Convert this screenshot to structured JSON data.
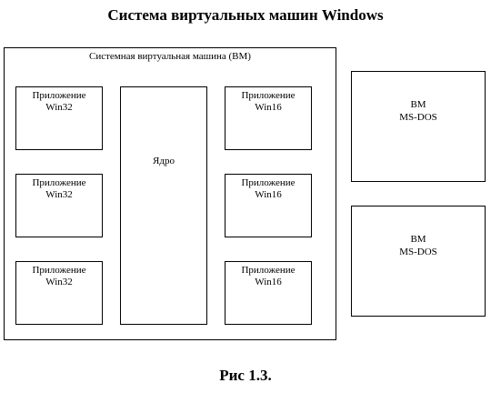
{
  "title": "Система виртуальных машин Windows",
  "caption": "Рис 1.3.",
  "system_vm": {
    "label": "Системная виртуальная машина (ВМ)",
    "kernel": "Ядро",
    "win32_apps": [
      {
        "line1": "Приложение",
        "line2": "Win32"
      },
      {
        "line1": "Приложение",
        "line2": "Win32"
      },
      {
        "line1": "Приложение",
        "line2": "Win32"
      }
    ],
    "win16_apps": [
      {
        "line1": "Приложение",
        "line2": "Win16"
      },
      {
        "line1": "Приложение",
        "line2": "Win16"
      },
      {
        "line1": "Приложение",
        "line2": "Win16"
      }
    ]
  },
  "dos_vms": [
    {
      "line1": "ВМ",
      "line2": "MS-DOS"
    },
    {
      "line1": "ВМ",
      "line2": "MS-DOS"
    }
  ]
}
